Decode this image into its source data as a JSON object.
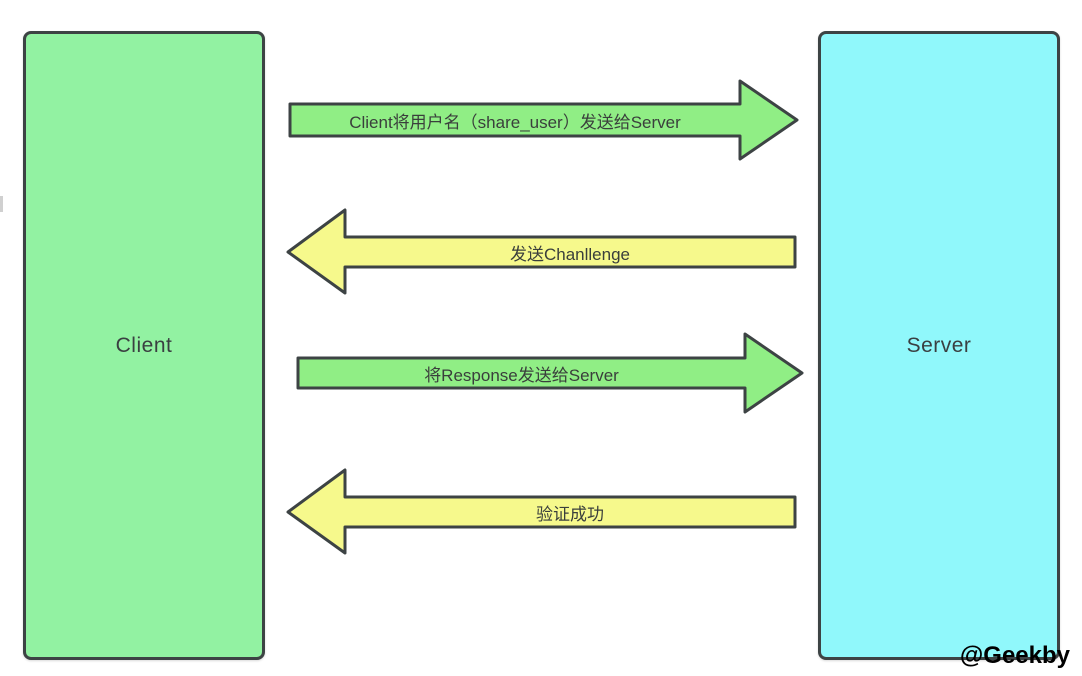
{
  "diagram": {
    "type": "client-server-authentication-flow"
  },
  "nodes": {
    "client": {
      "label": "Client",
      "fill": "#92f2a2"
    },
    "server": {
      "label": "Server",
      "fill": "#90f8fb"
    }
  },
  "arrows": [
    {
      "label": "Client将用户名（share_user）发送给Server",
      "direction": "right",
      "from": "Client",
      "to": "Server",
      "fill": "#90ee85"
    },
    {
      "label": "发送Chanllenge",
      "direction": "left",
      "from": "Server",
      "to": "Client",
      "fill": "#f6f98c"
    },
    {
      "label": "将Response发送给Server",
      "direction": "right",
      "from": "Client",
      "to": "Server",
      "fill": "#90ee85"
    },
    {
      "label": "验证成功",
      "direction": "left",
      "from": "Server",
      "to": "Client",
      "fill": "#f6f98c"
    }
  ],
  "watermark": {
    "text": "@Geekby",
    "color": "#000000"
  },
  "colors": {
    "outline": "#3d4344",
    "label_text": "#3a3f41",
    "background": "#ffffff"
  }
}
